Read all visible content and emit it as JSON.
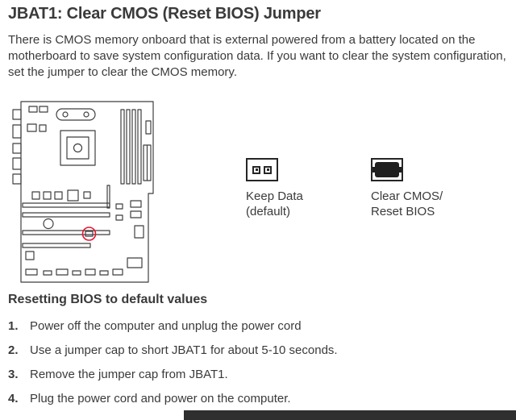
{
  "doc": {
    "title": "JBAT1: Clear CMOS (Reset BIOS) Jumper",
    "intro": "There is CMOS memory onboard that is external powered from a battery located on the motherboard to save system configuration data. If you want to clear the system configuration, set the jumper to clear the CMOS memory.",
    "figure": {
      "diagram_icon": "motherboard-line-drawing",
      "highlight_icon": "jbat1-red-circle",
      "options": [
        {
          "icon": "jumper-open-icon",
          "label_line1": "Keep Data",
          "label_line2": "(default)"
        },
        {
          "icon": "jumper-capped-icon",
          "label_line1": "Clear CMOS/",
          "label_line2": "Reset BIOS"
        }
      ]
    },
    "section": {
      "heading": "Resetting BIOS to default values",
      "steps": [
        {
          "num": "1.",
          "text": "Power off the computer and unplug the power cord"
        },
        {
          "num": "2.",
          "text": "Use a jumper cap to short JBAT1 for about 5-10 seconds."
        },
        {
          "num": "3.",
          "text": "Remove the jumper cap from JBAT1."
        },
        {
          "num": "4.",
          "text": "Plug the power cord and power on the computer."
        }
      ]
    },
    "colors": {
      "text": "#3a3a3a",
      "highlight_red": "#e8112d",
      "bottom_bar": "#2f2f2f"
    }
  }
}
